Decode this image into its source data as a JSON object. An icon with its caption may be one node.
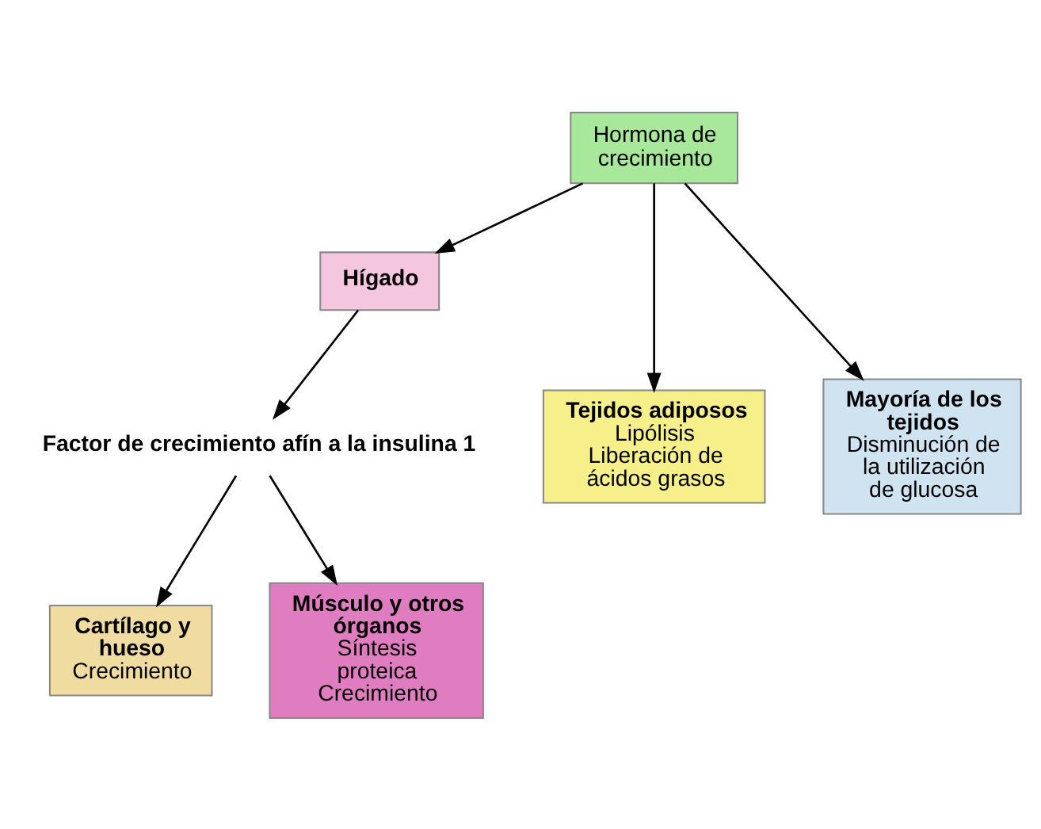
{
  "diagram": {
    "nodes": [
      {
        "text": [
          "Hormona de crecimiento"
        ]
      },
      {
        "text": [
          "Hígado"
        ]
      },
      {
        "text": [
          "Tejidos adiposos",
          "Lipólisis",
          "Liberación de ácidos grasos"
        ]
      },
      {
        "text": [
          "Mayoría de los tejidos",
          "Disminución de la utilización de glucosa"
        ]
      },
      {
        "text": [
          "Factor de crecimiento afín a la insulina 1"
        ]
      },
      {
        "text": [
          "Cartílago y hueso",
          "Crecimiento"
        ]
      },
      {
        "text": [
          "Músculo y otros órganos",
          "Síntesis proteica",
          "Crecimiento"
        ]
      }
    ],
    "edges": [
      {
        "from": 0,
        "to": 1,
        "arrow": "to"
      },
      {
        "from": 0,
        "to": 2,
        "arrow": "to"
      },
      {
        "from": 0,
        "to": 3,
        "arrow": "to"
      },
      {
        "from": 1,
        "to": 4,
        "arrow": "to"
      },
      {
        "from": 4,
        "to": 5,
        "arrow": "to"
      },
      {
        "from": 4,
        "to": 6,
        "arrow": "to"
      }
    ]
  }
}
